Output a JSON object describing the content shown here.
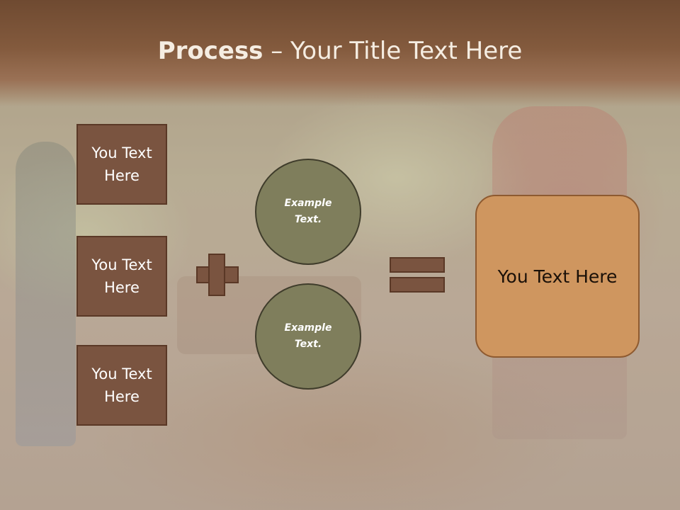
{
  "slide": {
    "title_bold": "Process",
    "title_rest": " – Your Title Text Here",
    "left_boxes": [
      {
        "label": "You Text Here"
      },
      {
        "label": "You Text Here"
      },
      {
        "label": "You Text Here"
      }
    ],
    "circles": [
      {
        "label": "Example Text."
      },
      {
        "label": "Example Text."
      }
    ],
    "result": {
      "label": "You Text Here"
    },
    "colors": {
      "banner": "#7a5237",
      "box_fill": "#7a5440",
      "circle_fill": "#7f7e5c",
      "result_fill": "#cf965f"
    }
  }
}
